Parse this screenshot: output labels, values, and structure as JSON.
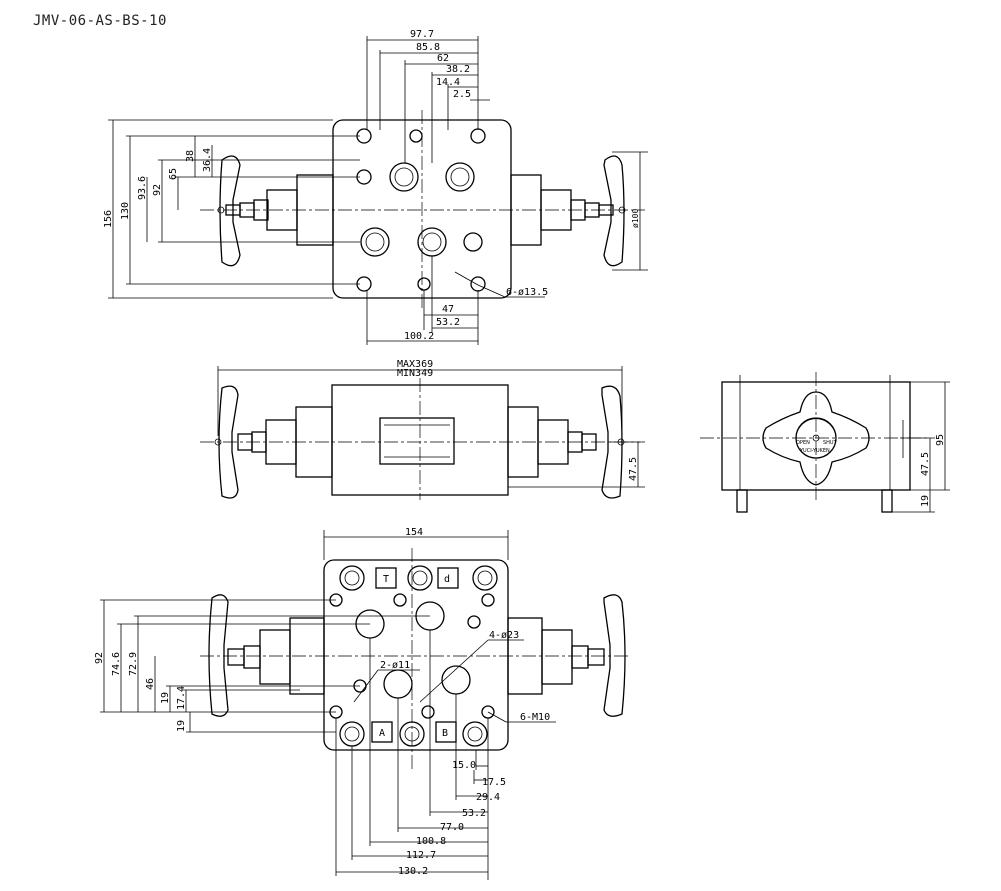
{
  "title": "JMV-06-AS-BS-10",
  "top_view": {
    "dims_top": [
      "97.7",
      "85.8",
      "62",
      "38.2",
      "14.4",
      "2.5"
    ],
    "dims_left": [
      "156",
      "130",
      "93.6",
      "92",
      "65",
      "38",
      "36.4"
    ],
    "dims_bottom": [
      "47",
      "53.2",
      "100.2"
    ],
    "hole_note": "6-ø13.5",
    "handwheel_dia": "ø100"
  },
  "front_view": {
    "length_max": "MAX369",
    "length_min": "MIN349",
    "height": "47.5"
  },
  "side_view": {
    "dims": [
      "95",
      "47.5",
      "19"
    ],
    "knob_labels": [
      "OPEN",
      "SHUT",
      "YUCI-YUKEN"
    ]
  },
  "bottom_view": {
    "width": "154",
    "port_labels": [
      "T",
      "d",
      "A",
      "B"
    ],
    "dims_left": [
      "92",
      "74.6",
      "72.9",
      "46",
      "19",
      "17.4",
      "19"
    ],
    "dims_bottom": [
      "15.0",
      "17.5",
      "29.4",
      "53.2",
      "77.0",
      "100.8",
      "112.7",
      "130.2"
    ],
    "notes": [
      "4-ø23",
      "2-ø11",
      "6-M10"
    ]
  }
}
